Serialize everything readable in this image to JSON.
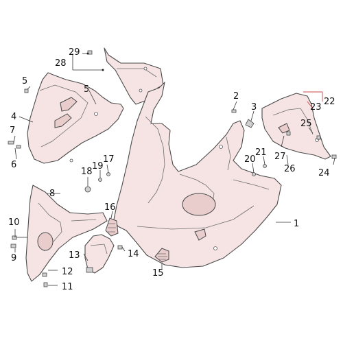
{
  "labels": {
    "p1": "1",
    "p2": "2",
    "p3": "3",
    "p4": "4",
    "p5a": "5",
    "p5b": "5",
    "p6": "6",
    "p7": "7",
    "p8": "8",
    "p9": "9",
    "p10": "10",
    "p11": "11",
    "p12": "12",
    "p13": "13",
    "p14": "14",
    "p15": "15",
    "p16": "16",
    "p17": "17",
    "p18": "18",
    "p19": "19",
    "p20": "20",
    "p21": "21",
    "p22": "22",
    "p23": "23",
    "p24": "24",
    "p25": "25",
    "p26": "26",
    "p27": "27",
    "p28": "28",
    "p29": "29"
  },
  "colors": {
    "part_fill": "#f6e3e3",
    "outline": "#4a4a4a",
    "leader_accent": "#c44444"
  }
}
